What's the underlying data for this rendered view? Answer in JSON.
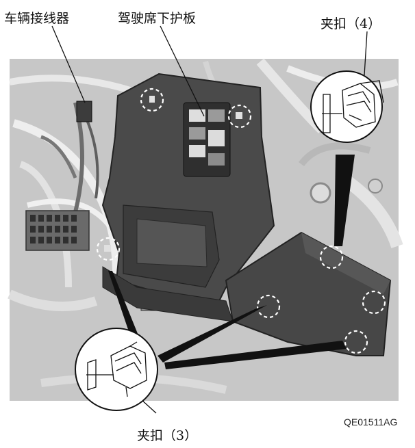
{
  "labels": {
    "vehicle_connector": "车辆接线器",
    "driver_lower_panel": "驾驶席下护板",
    "clip_4": "夹扣（4）",
    "clip_3": "夹扣（3）"
  },
  "figure_code": "QE01511AG",
  "colors": {
    "photo_bg": "#c9c9c9",
    "panel_fill": "#4a4a4a",
    "panel_dark": "#3a3a3a",
    "line": "#111111",
    "callout_circle": "#ffffff"
  },
  "icons": {
    "clip_circle": "dashed-circle-icon",
    "zoom_callout": "magnifier-callout-icon"
  }
}
